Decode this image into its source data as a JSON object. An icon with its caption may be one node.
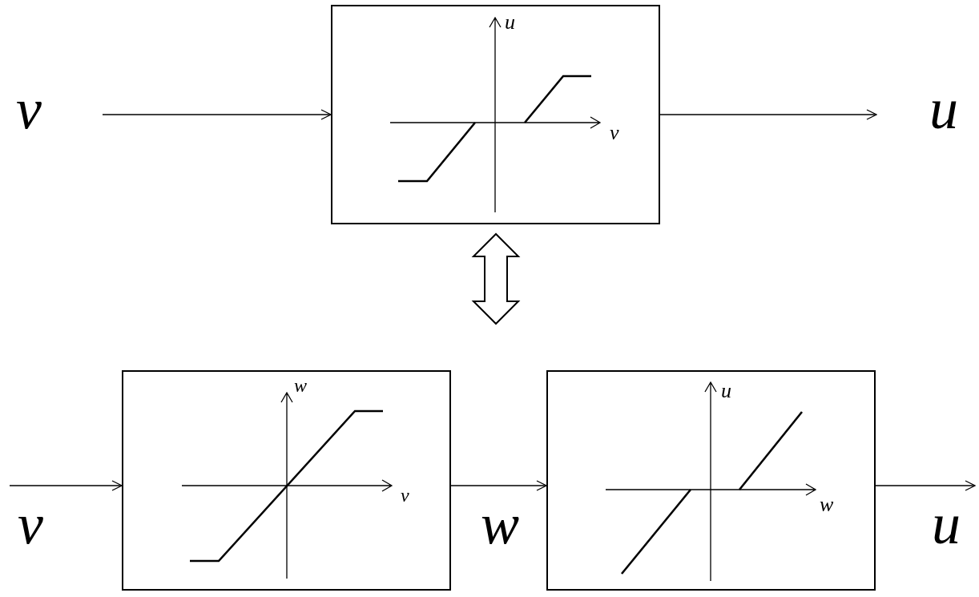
{
  "diagram": {
    "nodes": [
      {
        "text": [
          "v"
        ]
      },
      {
        "text": [
          "u",
          "v"
        ]
      },
      {
        "text": [
          "u"
        ]
      },
      {
        "text": [
          "w",
          "v"
        ]
      },
      {
        "text": [
          "u",
          "w"
        ]
      }
    ],
    "edges": [
      {
        "from": 0,
        "to": 1,
        "arrow": "to"
      },
      {
        "from": 1,
        "to": 2,
        "arrow": "to"
      },
      {
        "from": 1,
        "to": null,
        "arrow": "both",
        "style": "thick"
      },
      {
        "from": null,
        "to": 3,
        "arrow": "to",
        "label": "v"
      },
      {
        "from": 3,
        "to": 4,
        "arrow": "to",
        "label": "w"
      },
      {
        "from": 4,
        "to": null,
        "arrow": "to",
        "label": "u"
      }
    ]
  }
}
